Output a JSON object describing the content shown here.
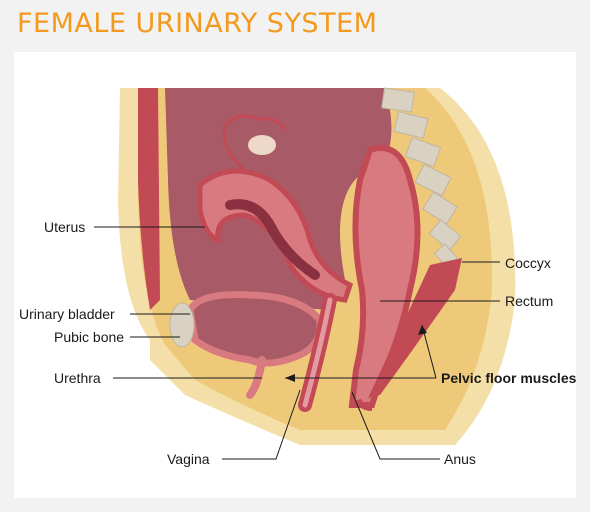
{
  "title": "FEMALE URINARY SYSTEM",
  "labels": {
    "uterus": "Uterus",
    "urinary_bladder": "Urinary bladder",
    "pubic_bone": "Pubic bone",
    "urethra": "Urethra",
    "vagina": "Vagina",
    "anus": "Anus",
    "coccyx": "Coccyx",
    "rectum": "Rectum",
    "pelvic_floor_muscles": "Pelvic floor muscles"
  },
  "colors": {
    "title": "#f39a1e",
    "background": "#f2f2f2",
    "panel": "#ffffff",
    "skin": "#f5dfa8",
    "fat": "#efc97a",
    "cavity": "#a85a66",
    "tissue": "#d97a80",
    "muscle": "#c24a55",
    "bone": "#d9d2c2",
    "leader_line": "#1a1a1a"
  }
}
